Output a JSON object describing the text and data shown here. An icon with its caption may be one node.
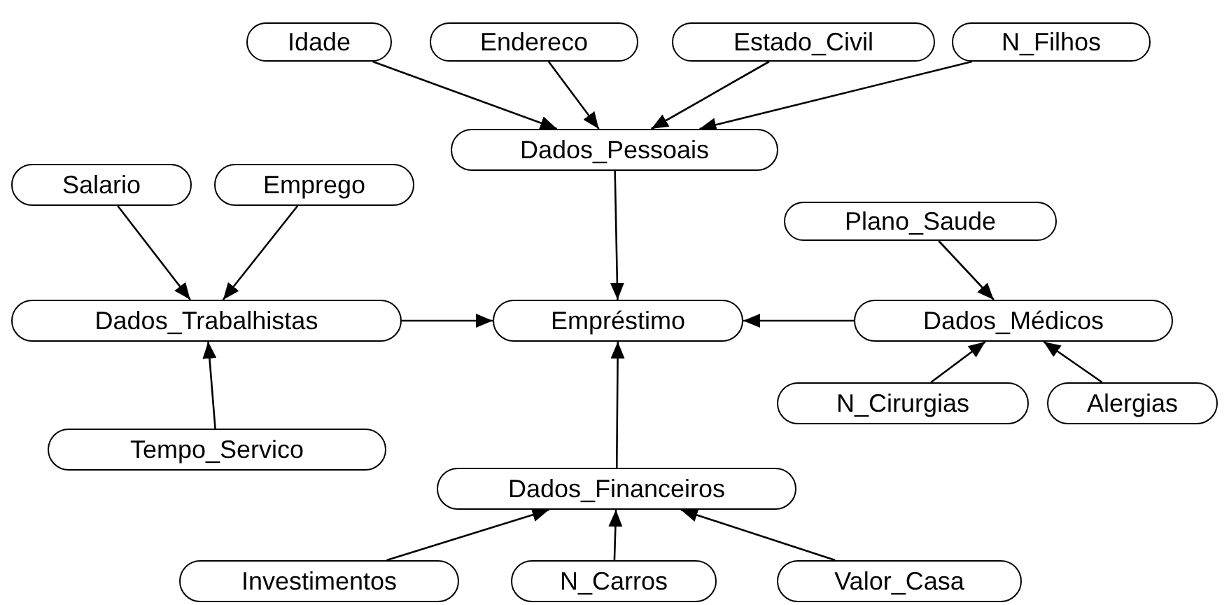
{
  "diagram": {
    "nodes": [
      {
        "text": [
          "Idade"
        ]
      },
      {
        "text": [
          "Endereco"
        ]
      },
      {
        "text": [
          "Estado_Civil"
        ]
      },
      {
        "text": [
          "N_Filhos"
        ]
      },
      {
        "text": [
          "Dados_Pessoais"
        ]
      },
      {
        "text": [
          "Salario"
        ]
      },
      {
        "text": [
          "Emprego"
        ]
      },
      {
        "text": [
          "Plano_Saude"
        ]
      },
      {
        "text": [
          "Dados_Trabalhistas"
        ]
      },
      {
        "text": [
          "Empréstimo"
        ]
      },
      {
        "text": [
          "Dados_Médicos"
        ]
      },
      {
        "text": [
          "N_Cirurgias"
        ]
      },
      {
        "text": [
          "Alergias"
        ]
      },
      {
        "text": [
          "Tempo_Servico"
        ]
      },
      {
        "text": [
          "Dados_Financeiros"
        ]
      },
      {
        "text": [
          "Investimentos"
        ]
      },
      {
        "text": [
          "N_Carros"
        ]
      },
      {
        "text": [
          "Valor_Casa"
        ]
      }
    ],
    "edges": [
      {
        "from": 0,
        "to": 4,
        "arrow": "to"
      },
      {
        "from": 1,
        "to": 4,
        "arrow": "to"
      },
      {
        "from": 2,
        "to": 4,
        "arrow": "to"
      },
      {
        "from": 3,
        "to": 4,
        "arrow": "to"
      },
      {
        "from": 4,
        "to": 9,
        "arrow": "to"
      },
      {
        "from": 5,
        "to": 8,
        "arrow": "to"
      },
      {
        "from": 6,
        "to": 8,
        "arrow": "to"
      },
      {
        "from": 8,
        "to": 9,
        "arrow": "to"
      },
      {
        "from": 7,
        "to": 10,
        "arrow": "to"
      },
      {
        "from": 10,
        "to": 9,
        "arrow": "to"
      },
      {
        "from": 11,
        "to": 10,
        "arrow": "to"
      },
      {
        "from": 12,
        "to": 10,
        "arrow": "to"
      },
      {
        "from": 13,
        "to": 8,
        "arrow": "to"
      },
      {
        "from": 14,
        "to": 9,
        "arrow": "to"
      },
      {
        "from": 15,
        "to": 14,
        "arrow": "to"
      },
      {
        "from": 16,
        "to": 14,
        "arrow": "to"
      },
      {
        "from": 17,
        "to": 14,
        "arrow": "to"
      }
    ]
  }
}
